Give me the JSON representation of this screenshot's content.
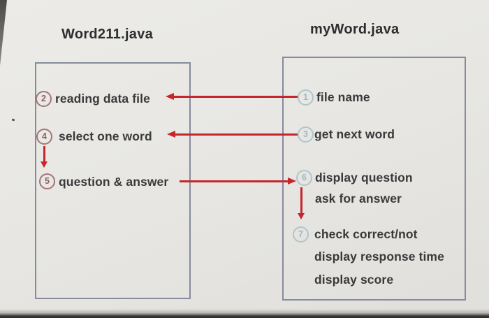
{
  "left_panel": {
    "title": "Word211.java",
    "steps": [
      {
        "num": "2",
        "label": "reading data file"
      },
      {
        "num": "4",
        "label": "select one word"
      },
      {
        "num": "5",
        "label": "question & answer"
      }
    ]
  },
  "right_panel": {
    "title": "myWord.java",
    "steps": [
      {
        "num": "1",
        "label": "file name"
      },
      {
        "num": "3",
        "label": "get next word"
      },
      {
        "num": "6",
        "label": "display question",
        "line2": "ask for answer"
      },
      {
        "num": "7",
        "label": "check correct/not",
        "line2": "display response time",
        "line3": "display score"
      }
    ]
  },
  "arrows": [
    {
      "from": "1 file name",
      "to": "2 reading data file",
      "direction": "left"
    },
    {
      "from": "3 get next word",
      "to": "4 select one word",
      "direction": "left"
    },
    {
      "from": "4 select one word",
      "to": "5 question & answer",
      "direction": "down"
    },
    {
      "from": "5 question & answer",
      "to": "6 display question",
      "direction": "right"
    },
    {
      "from": "6 display question",
      "to": "7 check correct/not",
      "direction": "down"
    }
  ],
  "colors": {
    "arrow": "#c4262c",
    "box_border": "#868b9e",
    "left_circle": "#a3757a",
    "right_circle": "#afc6cb",
    "text": "#3a393b",
    "background": "#e8e7e3"
  }
}
